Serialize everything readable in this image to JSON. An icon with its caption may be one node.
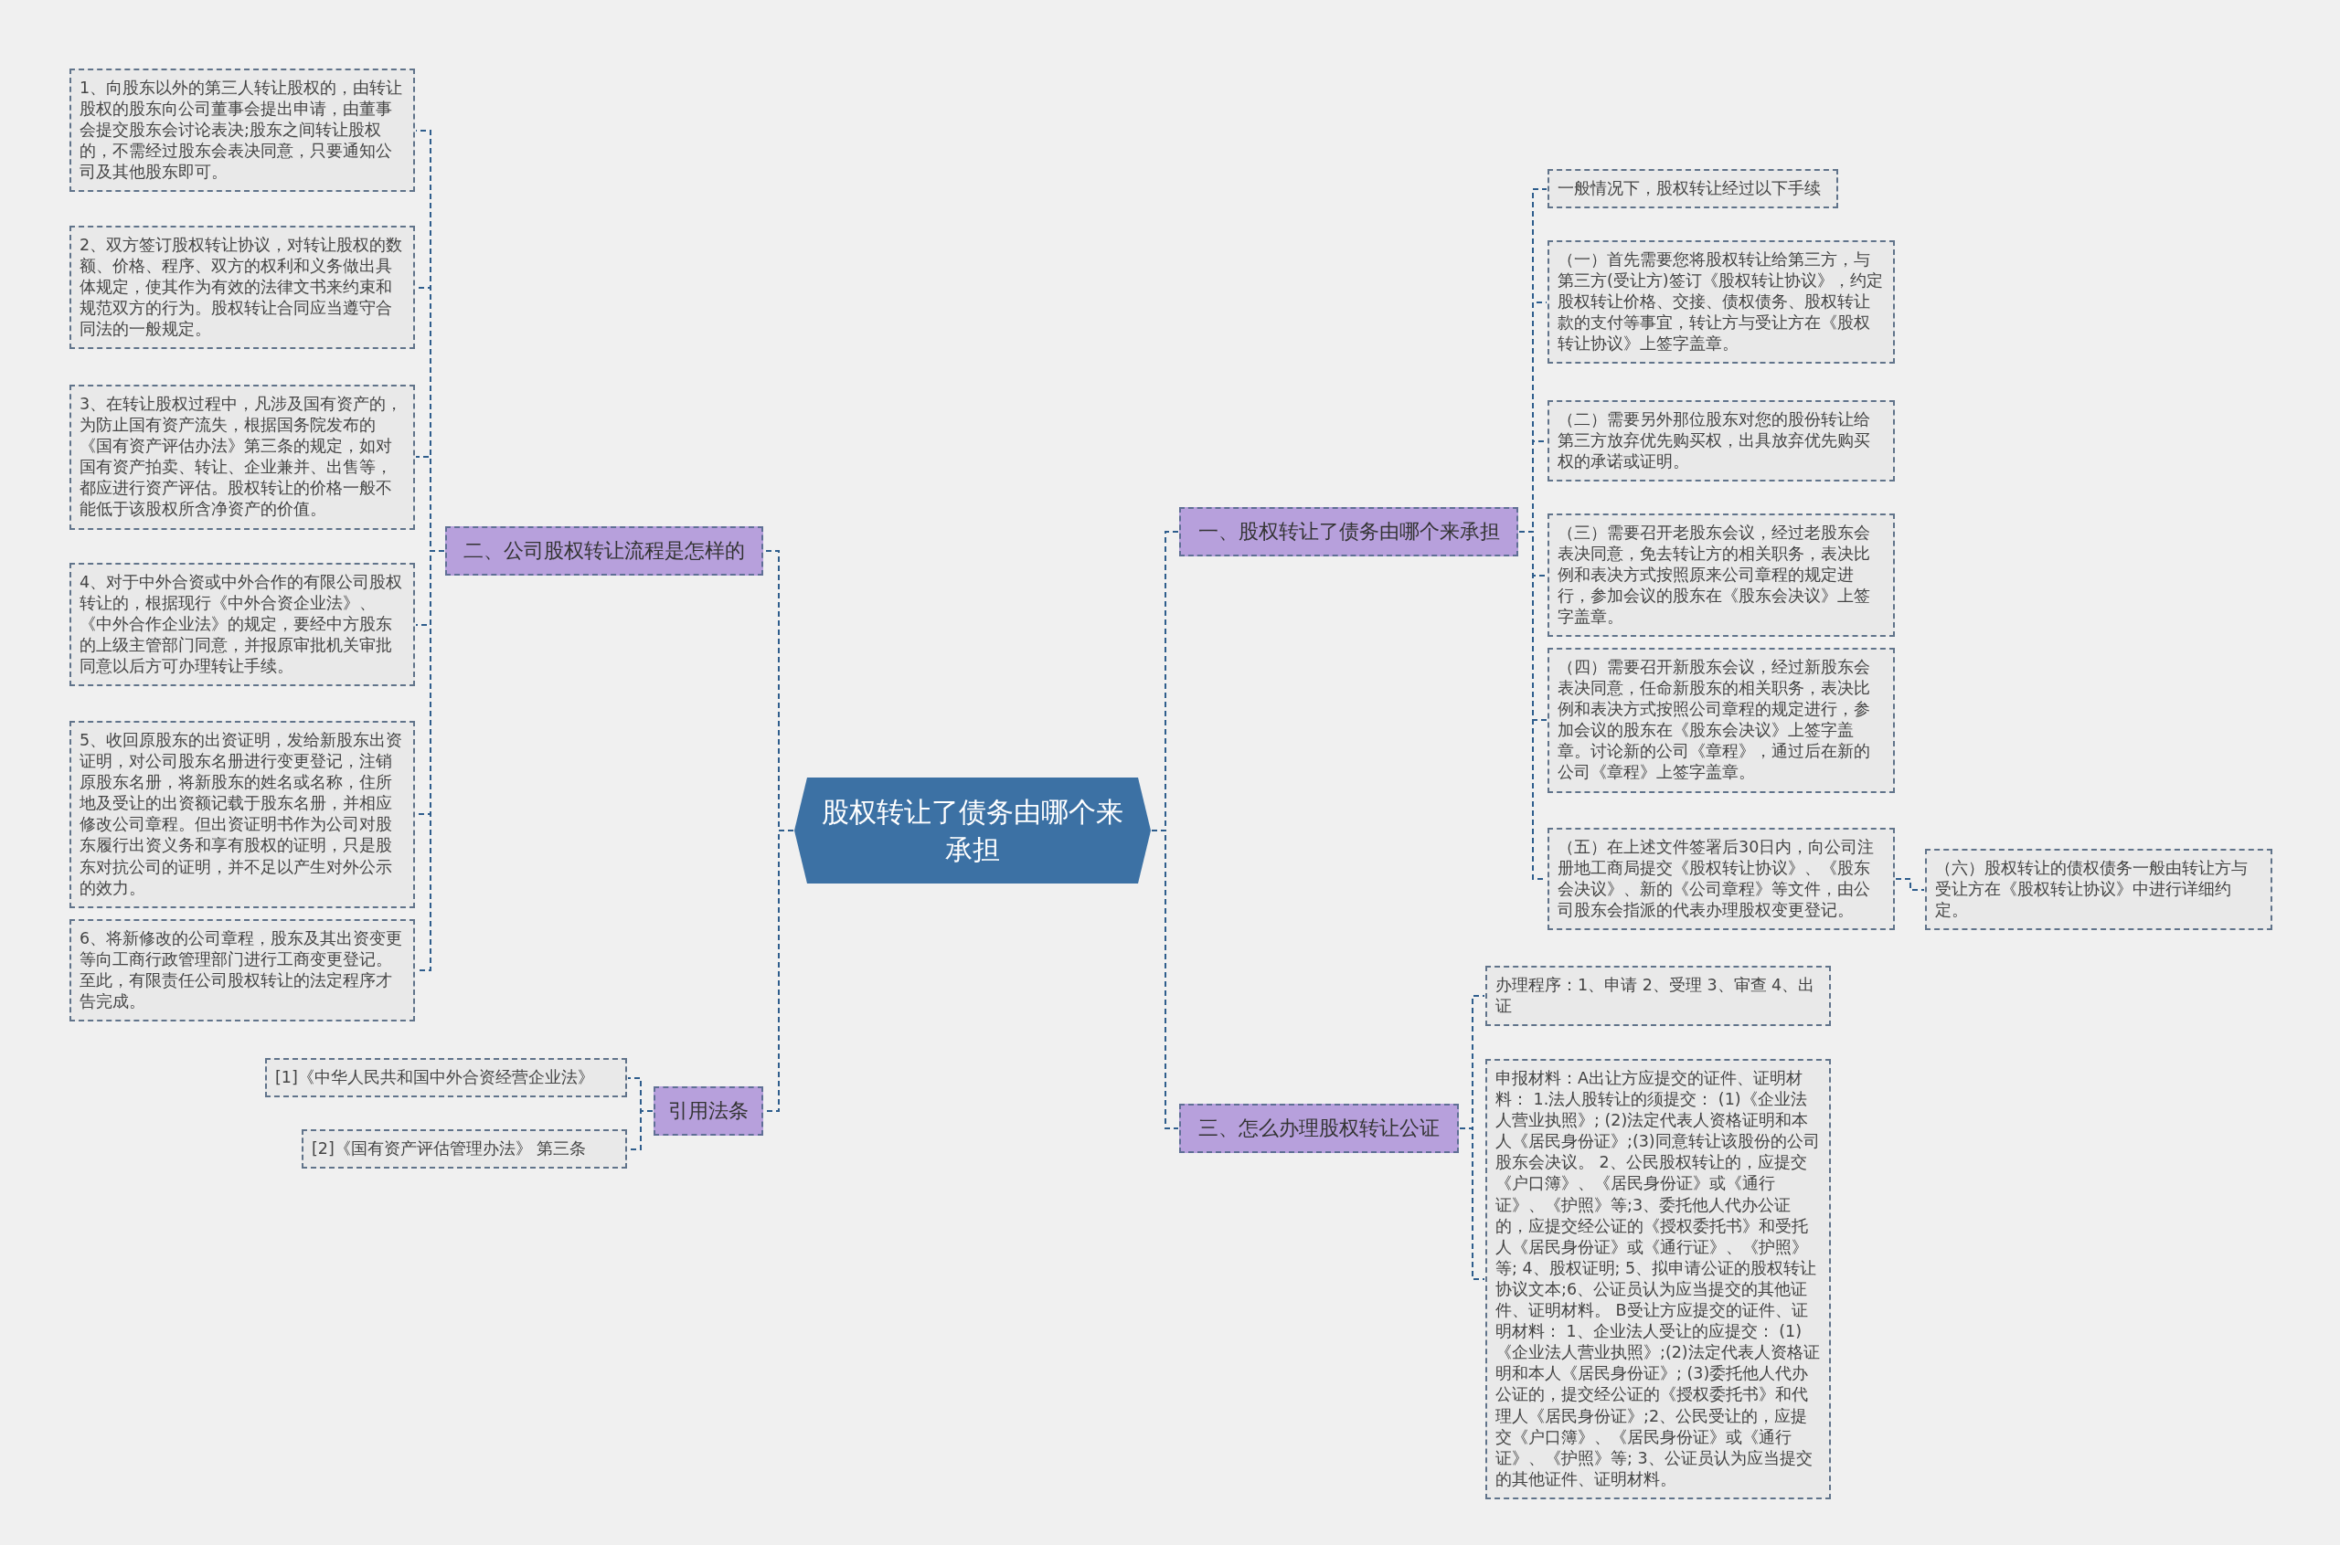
{
  "diagram": {
    "nodes": [
      {
        "text": [
          "股权转让了债务由哪个来承担"
        ]
      },
      {
        "text": [
          "一、股权转让了债务由哪个来承担"
        ]
      },
      {
        "text": [
          "一般情况下，股权转让经过以下手续"
        ]
      },
      {
        "text": [
          "（一）首先需要您将股权转让给第三方，与第三方(受让方)签订《股权转让协议》，约定股权转让价格、交接、债权债务、股权转让款的支付等事宜，转让方与受让方在《股权转让协议》上签字盖章。"
        ]
      },
      {
        "text": [
          "（二）需要另外那位股东对您的股份转让给第三方放弃优先购买权，出具放弃优先购买权的承诺或证明。"
        ]
      },
      {
        "text": [
          "（三）需要召开老股东会议，经过老股东会表决同意，免去转让方的相关职务，表决比例和表决方式按照原来公司章程的规定进行，参加会议的股东在《股东会决议》上签字盖章。"
        ]
      },
      {
        "text": [
          "（四）需要召开新股东会议，经过新股东会表决同意，任命新股东的相关职务，表决比例和表决方式按照公司章程的规定进行，参加会议的股东在《股东会决议》上签字盖章。讨论新的公司《章程》，通过后在新的公司《章程》上签字盖章。"
        ]
      },
      {
        "text": [
          "（五）在上述文件签署后30日内，向公司注册地工商局提交《股权转让协议》、《股东会决议》、新的《公司章程》等文件，由公司股东会指派的代表办理股权变更登记。"
        ]
      },
      {
        "text": [
          "（六）股权转让的债权债务一般由转让方与受让方在《股权转让协议》中进行详细约定。"
        ]
      },
      {
        "text": [
          "三、怎么办理股权转让公证"
        ]
      },
      {
        "text": [
          "办理程序：1、申请 2、受理 3、审查 4、出证"
        ]
      },
      {
        "text": [
          "申报材料：A出让方应提交的证件、证明材料： 1.法人股转让的须提交： (1)《企业法人营业执照》; (2)法定代表人资格证明和本人《居民身份证》;(3)同意转让该股份的公司股东会决议。 2、公民股权转让的，应提交《户口簿》、《居民身份证》或《通行证》、《护照》等;3、委托他人代办公证的，应提交经公证的《授权委托书》和受托人《居民身份证》或《通行证》、《护照》等; 4、股权证明; 5、拟申请公证的股权转让协议文本;6、公证员认为应当提交的其他证件、证明材料。 B受让方应提交的证件、证明材料： 1、企业法人受让的应提交： (1)《企业法人营业执照》;(2)法定代表人资格证明和本人《居民身份证》; (3)委托他人代办公证的，提交经公证的《授权委托书》和代理人《居民身份证》;2、公民受让的，应提交《户口簿》、《居民身份证》或《通行证》、《护照》等; 3、公证员认为应当提交的其他证件、证明材料。"
        ]
      },
      {
        "text": [
          "二、公司股权转让流程是怎样的"
        ]
      },
      {
        "text": [
          "1、向股东以外的第三人转让股权的，由转让股权的股东向公司董事会提出申请，由董事会提交股东会讨论表决;股东之间转让股权的，不需经过股东会表决同意，只要通知公司及其他股东即可。"
        ]
      },
      {
        "text": [
          "2、双方签订股权转让协议，对转让股权的数额、价格、程序、双方的权利和义务做出具体规定，使其作为有效的法律文书来约束和规范双方的行为。股权转让合同应当遵守合同法的一般规定。"
        ]
      },
      {
        "text": [
          "3、在转让股权过程中，凡涉及国有资产的，为防止国有资产流失，根据国务院发布的《国有资产评估办法》第三条的规定，如对国有资产拍卖、转让、企业兼并、出售等，都应进行资产评估。股权转让的价格一般不能低于该股权所含净资产的价值。"
        ]
      },
      {
        "text": [
          "4、对于中外合资或中外合作的有限公司股权转让的，根据现行《中外合资企业法》、《中外合作企业法》的规定，要经中方股东的上级主管部门同意，并报原审批机关审批同意以后方可办理转让手续。"
        ]
      },
      {
        "text": [
          "5、收回原股东的出资证明，发给新股东出资证明，对公司股东名册进行变更登记，注销原股东名册，将新股东的姓名或名称，住所地及受让的出资额记载于股东名册，并相应修改公司章程。但出资证明书作为公司对股东履行出资义务和享有股权的证明，只是股东对抗公司的证明，并不足以产生对外公示的效力。"
        ]
      },
      {
        "text": [
          "6、将新修改的公司章程，股东及其出资变更等向工商行政管理部门进行工商变更登记。至此，有限责任公司股权转让的法定程序才告完成。"
        ]
      },
      {
        "text": [
          "引用法条"
        ]
      },
      {
        "text": [
          "[1]《中华人民共和国中外合资经营企业法》"
        ]
      },
      {
        "text": [
          "[2]《国有资产评估管理办法》 第三条"
        ]
      }
    ],
    "edges": [
      {
        "from": 0,
        "to": 1,
        "arrow": "none",
        "style": "dashed"
      },
      {
        "from": 1,
        "to": 2,
        "arrow": "none",
        "style": "dashed"
      },
      {
        "from": 1,
        "to": 3,
        "arrow": "none",
        "style": "dashed"
      },
      {
        "from": 1,
        "to": 4,
        "arrow": "none",
        "style": "dashed"
      },
      {
        "from": 1,
        "to": 5,
        "arrow": "none",
        "style": "dashed"
      },
      {
        "from": 1,
        "to": 6,
        "arrow": "none",
        "style": "dashed"
      },
      {
        "from": 1,
        "to": 7,
        "arrow": "none",
        "style": "dashed"
      },
      {
        "from": 7,
        "to": 8,
        "arrow": "none",
        "style": "dashed"
      },
      {
        "from": 0,
        "to": 9,
        "arrow": "none",
        "style": "dashed"
      },
      {
        "from": 9,
        "to": 10,
        "arrow": "none",
        "style": "dashed"
      },
      {
        "from": 9,
        "to": 11,
        "arrow": "none",
        "style": "dashed"
      },
      {
        "from": 0,
        "to": 12,
        "arrow": "none",
        "style": "dashed"
      },
      {
        "from": 12,
        "to": 13,
        "arrow": "none",
        "style": "dashed"
      },
      {
        "from": 12,
        "to": 14,
        "arrow": "none",
        "style": "dashed"
      },
      {
        "from": 12,
        "to": 15,
        "arrow": "none",
        "style": "dashed"
      },
      {
        "from": 12,
        "to": 16,
        "arrow": "none",
        "style": "dashed"
      },
      {
        "from": 12,
        "to": 17,
        "arrow": "none",
        "style": "dashed"
      },
      {
        "from": 12,
        "to": 18,
        "arrow": "none",
        "style": "dashed"
      },
      {
        "from": 0,
        "to": 19,
        "arrow": "none",
        "style": "dashed"
      },
      {
        "from": 19,
        "to": 20,
        "arrow": "none",
        "style": "dashed"
      },
      {
        "from": 19,
        "to": 21,
        "arrow": "none",
        "style": "dashed"
      }
    ]
  }
}
